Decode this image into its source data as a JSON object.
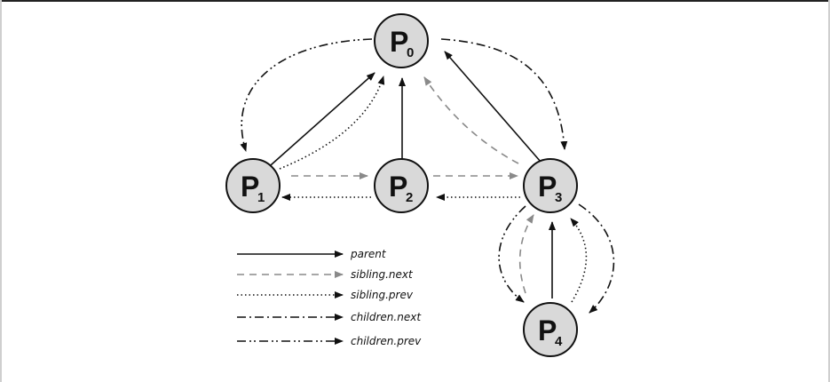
{
  "diagram": {
    "nodes": [
      {
        "id": "p0",
        "letter": "P",
        "sub": "0"
      },
      {
        "id": "p1",
        "letter": "P",
        "sub": "1"
      },
      {
        "id": "p2",
        "letter": "P",
        "sub": "2"
      },
      {
        "id": "p3",
        "letter": "P",
        "sub": "3"
      },
      {
        "id": "p4",
        "letter": "P",
        "sub": "4"
      }
    ],
    "legend": [
      {
        "style": "parent",
        "label": "parent"
      },
      {
        "style": "sibling-next",
        "label": "sibling.next"
      },
      {
        "style": "sibling-prev",
        "label": "sibling.prev"
      },
      {
        "style": "children-next",
        "label": "children.next"
      },
      {
        "style": "children-prev",
        "label": "children.prev"
      }
    ],
    "colors": {
      "node_fill": "#d9d9d9",
      "line": "#111111",
      "sibling_next": "#8a8a8a"
    }
  }
}
